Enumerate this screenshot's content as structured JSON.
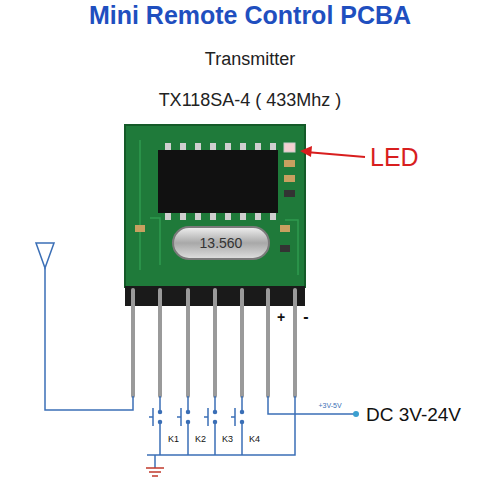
{
  "diagram": {
    "title": "Mini Remote Control PCBA",
    "nodes": [
      {
        "text": [
          "13.560"
        ]
      }
    ],
    "labels": [
      "Transmitter",
      "TX118SA-4 ( 433Mhz )",
      "LED",
      "+",
      "-",
      "+3V-5V",
      "DC 3V-24V",
      "K1",
      "K2",
      "K3",
      "K4"
    ]
  }
}
